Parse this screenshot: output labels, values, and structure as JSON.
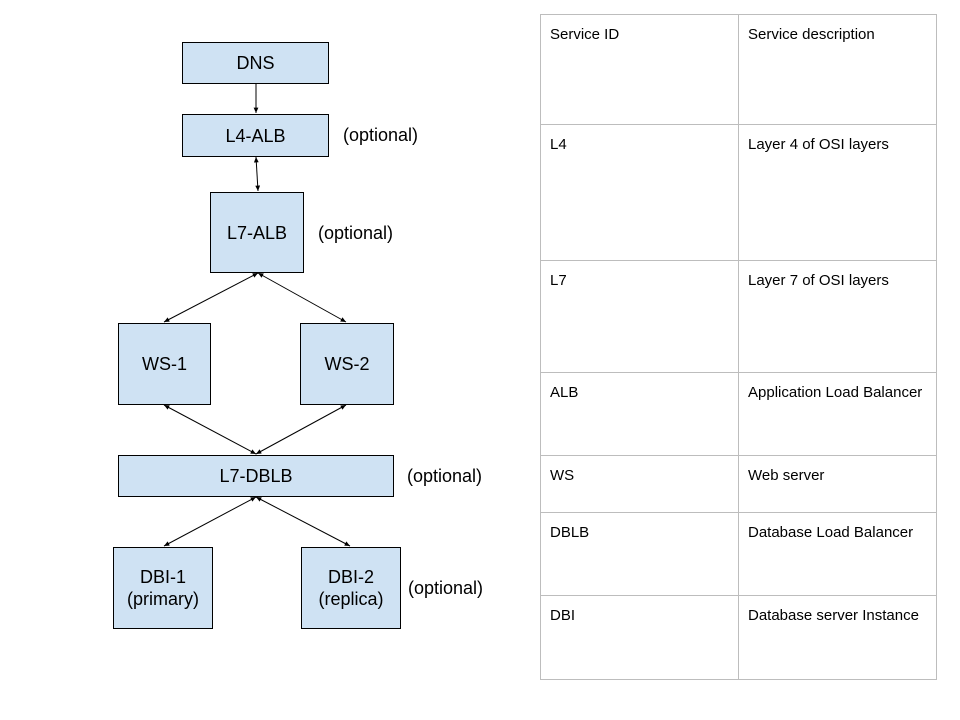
{
  "diagram": {
    "nodes": {
      "dns": "DNS",
      "l4_alb": "L4-ALB",
      "l7_alb": "L7-ALB",
      "ws1": "WS-1",
      "ws2": "WS-2",
      "l7_dblb": "L7-DBLB",
      "dbi1": "DBI-1\n(primary)",
      "dbi2": "DBI-2\n(replica)"
    },
    "notes": {
      "l4_alb": "(optional)",
      "l7_alb": "(optional)",
      "l7_dblb": "(optional)",
      "dbi2": "(optional)"
    },
    "node_color": "#cfe2f3"
  },
  "table": {
    "header": {
      "id": "Service ID",
      "description": "Service description"
    },
    "rows": [
      {
        "id": "L4",
        "description": "Layer 4 of OSI layers"
      },
      {
        "id": "L7",
        "description": "Layer 7 of OSI layers"
      },
      {
        "id": "ALB",
        "description": "Application Load Balancer"
      },
      {
        "id": "WS",
        "description": "Web server"
      },
      {
        "id": "DBLB",
        "description": "Database Load Balancer"
      },
      {
        "id": "DBI",
        "description": "Database server Instance"
      }
    ]
  }
}
